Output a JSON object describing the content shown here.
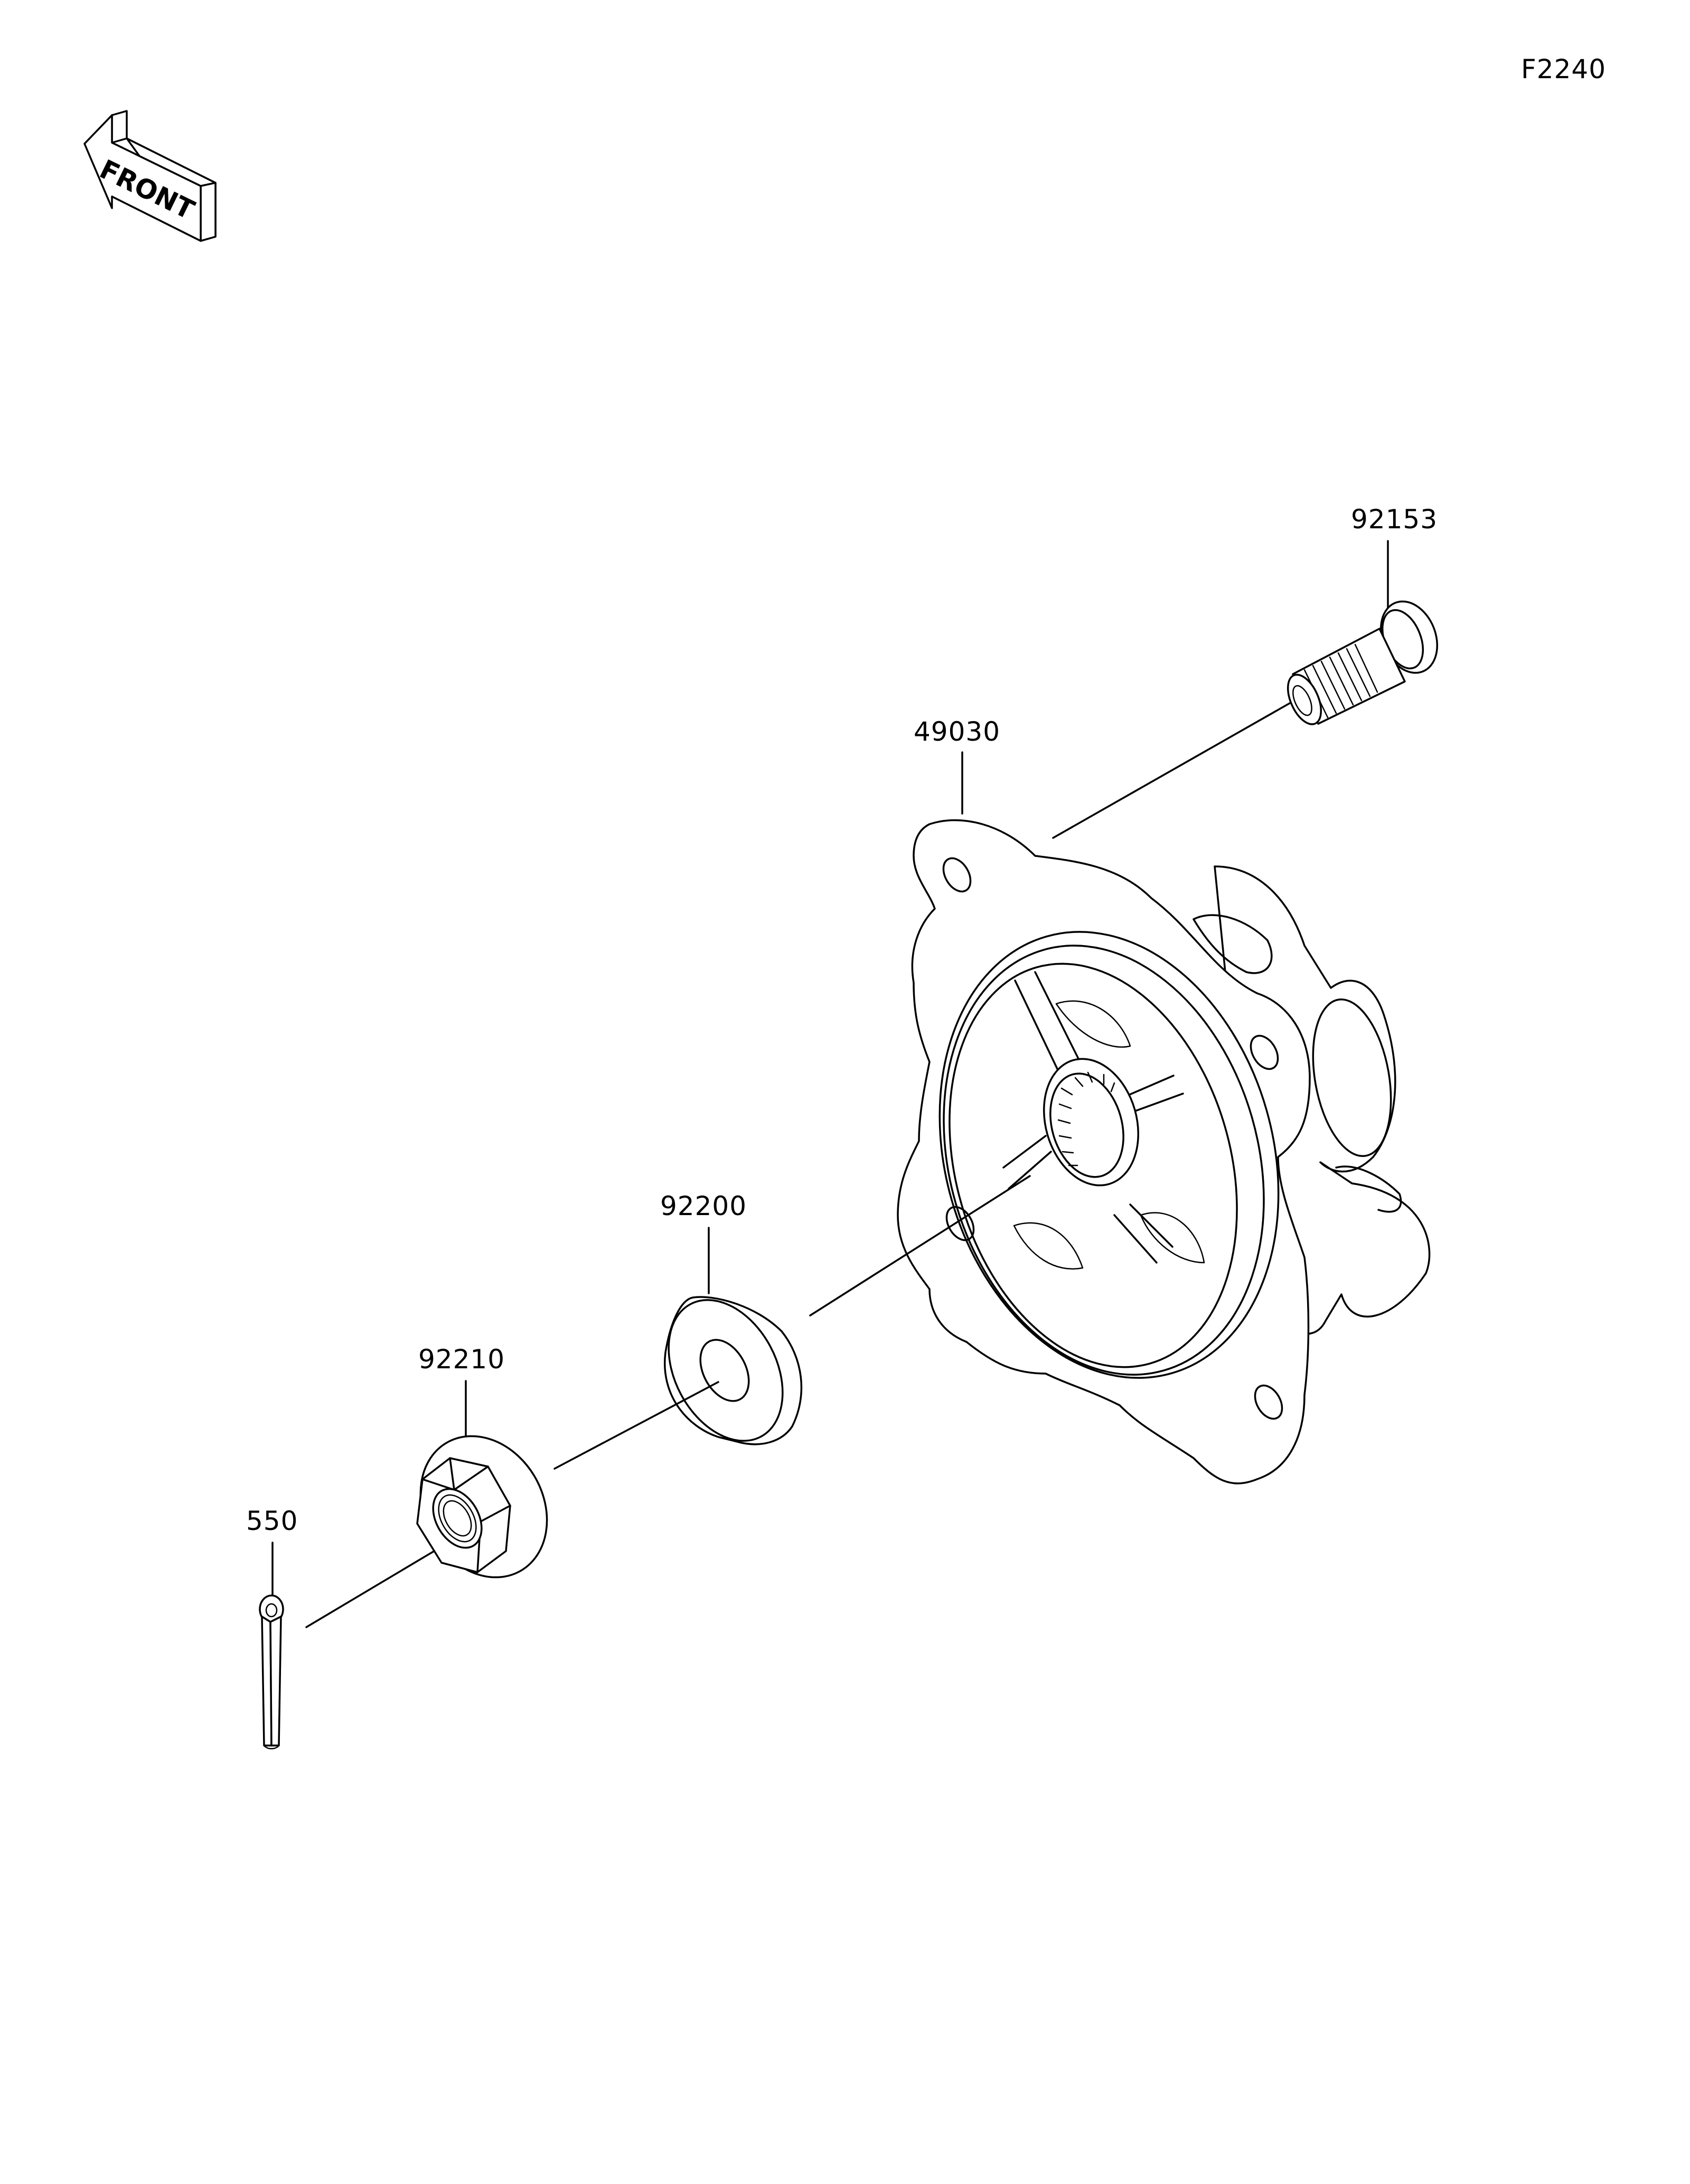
{
  "diagram_code": "F2240",
  "front_arrow": {
    "text": "FRONT",
    "icon": "front-direction-arrow-icon"
  },
  "parts": [
    {
      "number": "92153",
      "name": "stud-bolt"
    },
    {
      "number": "49030",
      "name": "hub"
    },
    {
      "number": "92200",
      "name": "washer"
    },
    {
      "number": "92210",
      "name": "castle-nut"
    },
    {
      "number": "550",
      "name": "cotter-pin"
    }
  ]
}
